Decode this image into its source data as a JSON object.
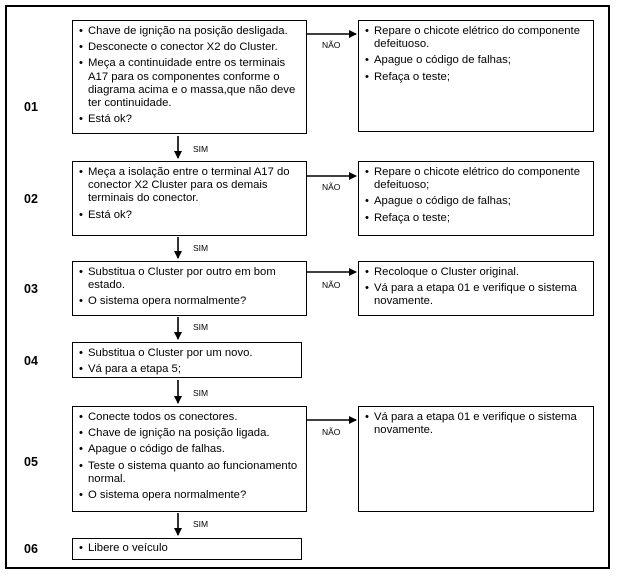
{
  "steps": [
    {
      "number": "01",
      "check": [
        "Chave de ignição na posição desligada.",
        "Desconecte o conector X2 do Cluster.",
        "Meça a continuidade entre os terminais A17 para os componentes conforme o diagrama acima e o massa,que não deve ter continuidade.",
        "Está ok?"
      ],
      "no_label": "NÃO",
      "no_action": [
        "Repare o chicote elétrico do componente defeituoso.",
        "Apague o código de falhas;",
        "Refaça o teste;"
      ],
      "yes_label": "SIM"
    },
    {
      "number": "02",
      "check": [
        "Meça a isolação entre o terminal A17 do conector X2 Cluster para os demais terminais  do conector.",
        "Está ok?"
      ],
      "no_label": "NÃO",
      "no_action": [
        "Repare o chicote elétrico do componente defeituoso;",
        "Apague o código de falhas;",
        "Refaça o teste;"
      ],
      "yes_label": "SIM"
    },
    {
      "number": "03",
      "check": [
        "Substitua o Cluster por outro em bom estado.",
        "O sistema opera normalmente?"
      ],
      "no_label": "NÃO",
      "no_action": [
        "Recoloque o Cluster original.",
        "Vá para a etapa 01 e verifique o sistema novamente."
      ],
      "yes_label": "SIM"
    },
    {
      "number": "04",
      "check": [
        "Substitua o Cluster por um novo.",
        "Vá para a etapa 5;"
      ],
      "yes_label": "SIM"
    },
    {
      "number": "05",
      "check": [
        "Conecte todos os conectores.",
        "Chave de ignição na posição ligada.",
        "Apague o código de falhas.",
        "Teste o sistema quanto ao funcionamento normal.",
        "O sistema opera normalmente?"
      ],
      "no_label": "NÃO",
      "no_action": [
        "Vá para a etapa 01 e verifique o sistema novamente."
      ],
      "yes_label": "SIM"
    },
    {
      "number": "06",
      "check": [
        "Libere o veículo"
      ]
    }
  ]
}
